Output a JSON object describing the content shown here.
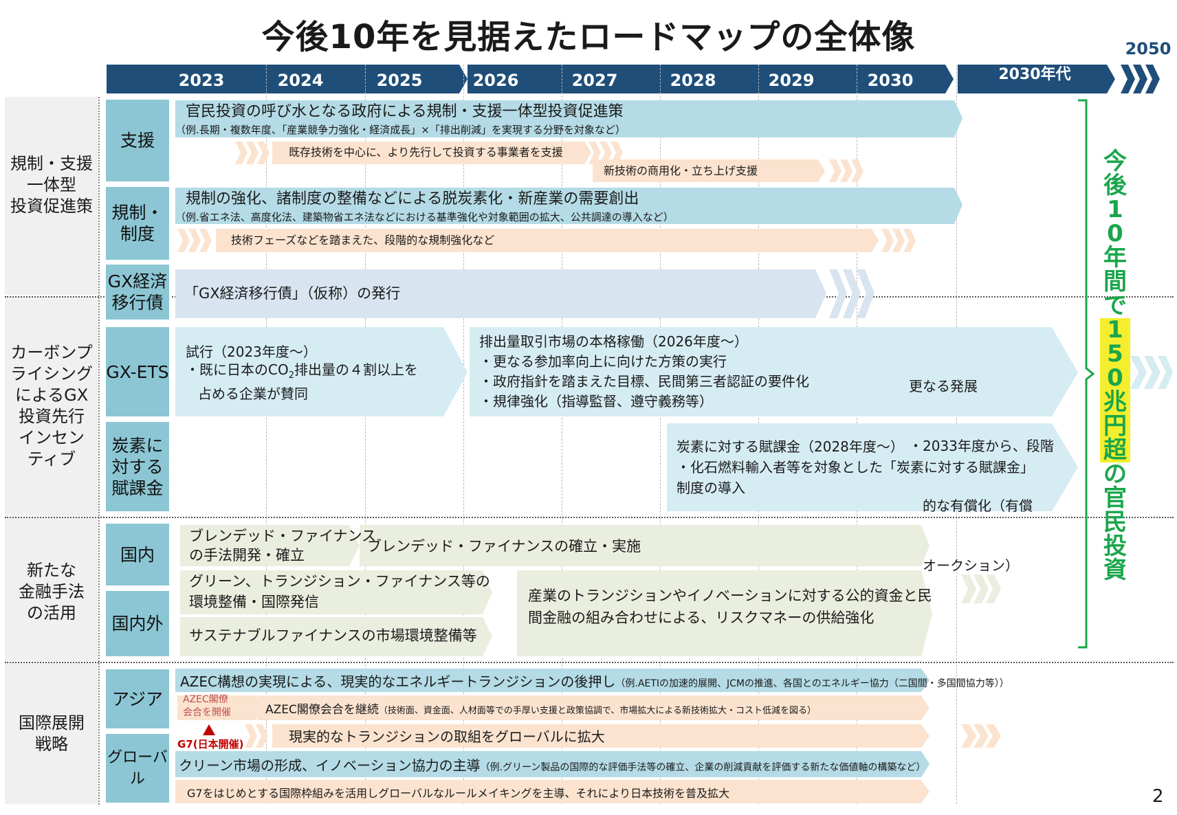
{
  "title": "今後10年を見据えたロードマップの全体像",
  "year_2050": "2050",
  "years": [
    "2023",
    "2024",
    "2025",
    "2026",
    "2027",
    "2028",
    "2029",
    "2030"
  ],
  "decade": "2030年代",
  "page_number": "2",
  "categories": {
    "regulation": [
      "規制・支援",
      "一体型",
      "投資促進策"
    ],
    "carbon": [
      "カーボンプ",
      "ライシング",
      "によるGX",
      "投資先行",
      "インセン",
      "ティブ"
    ],
    "finance": [
      "新たな",
      "金融手法",
      "の活用"
    ],
    "intl": [
      "国際展開",
      "戦略"
    ]
  },
  "subcategories": {
    "shien": "支援",
    "kisei": [
      "規制・",
      "制度"
    ],
    "gxbond": [
      "GX経済",
      "移行債"
    ],
    "gxets": "GX-ETS",
    "levy": [
      "炭素に",
      "対する",
      "賦課金"
    ],
    "domestic": "国内",
    "intl_domestic": "国内外",
    "asia": "アジア",
    "global": "グローバル"
  },
  "bars": {
    "shien_main": "官民投資の呼び水となる政府による規制・支援一体型投資促進策",
    "shien_main_sub": "（例.長期・複数年度、「産業競争力強化・経済成長」×「排出削減」を実現する分野を対象など）",
    "shien_existing": "既存技術を中心に、より先行して投資する事業者を支援",
    "shien_new": "新技術の商用化・立ち上げ支援",
    "kisei_main": "規制の強化、諸制度の整備などによる脱炭素化・新産業の需要創出",
    "kisei_main_sub": "（例.省エネ法、高度化法、建築物省エネ法などにおける基準強化や対象範囲の拡大、公共調達の導入など）",
    "kisei_phase": "技術フェーズなどを踏まえた、段階的な規制強化など",
    "gxbond": "「GX経済移行債」（仮称）の発行",
    "ets1_title": "試行（2023年度～）",
    "ets1_line1": "・既に日本のCO",
    "ets1_sub2": "2",
    "ets1_line1b": "排出量の４割以上を",
    "ets1_line2": "占める企業が賛同",
    "ets2": [
      "排出量取引市場の本格稼働（2026年度～）",
      "・更なる参加率向上に向けた方策の実行",
      "・政府指針を踏まえた目標、民間第三者認証の要件化",
      "・規律強化（指導監督、遵守義務等）"
    ],
    "ets3": [
      "更なる発展",
      "・2033年度から、段階",
      "　的な有償化（有償",
      "　オークション）"
    ],
    "levy": [
      "炭素に対する賦課金（2028年度～）",
      "・化石燃料輸入者等を対象とした「炭素に対する賦課金」",
      "制度の導入"
    ],
    "blended_dev": [
      "ブレンデッド・ファイナンス",
      "の手法開発・確立"
    ],
    "blended_impl": "ブレンデッド・ファイナンスの確立・実施",
    "green": [
      "グリーン、トランジション・ファイナンス等の",
      "環境整備・国際発信"
    ],
    "sustainable": "サステナブルファイナンスの市場環境整備等",
    "risk": [
      "産業のトランジションやイノベーションに対する公的資金と民",
      "間金融の組み合わせによる、リスクマネーの供給強化"
    ],
    "azec_main": "AZEC構想の実現による、現実的なエネルギートランジションの後押し",
    "azec_main_sub": "（例.AETIの加速的展開、JCMの推進、各国とのエネルギー協力（二国間・多国間協力等））",
    "azec_meeting": [
      "AZEC閣僚",
      "会合を開催"
    ],
    "azec_continue": "AZEC閣僚会合を継続",
    "azec_continue_sub": "（技術面、資金面、人材面等での手厚い支援と政策協調で、市場拡大による新技術拡大・コスト低減を図る）",
    "g7": "G7(日本開催)",
    "global_transition": "現実的なトランジションの取組をグローバルに拡大",
    "green_market": "クリーン市場の形成、イノベーション協力の主導",
    "green_market_sub": "（例.グリーン製品の国際的な評価手法等の確立、企業の削減貢献を評価する新たな価値軸の構築など）",
    "g7_rules": "G7をはじめとする国際枠組みを活用しグローバルなルールメイキングを主導、それにより日本技術を普及拡大"
  },
  "right_text": {
    "pre": [
      "今",
      "後",
      "1",
      "0",
      "年",
      "間",
      "で"
    ],
    "highlight": [
      "1",
      "5",
      "0",
      "兆",
      "円",
      "超"
    ],
    "post": [
      "の",
      "官",
      "民",
      "投",
      "資"
    ]
  },
  "colors": {
    "header_navy": "#1f4e79",
    "sub_blue": "#8cc6d4",
    "bar_blue": "#b4dbe6",
    "bar_light_blue": "#d6ecf3",
    "bar_gray_blue": "#d8e4ef",
    "bar_peach": "#fbe3cf",
    "bar_green_gray": "#eaeedf",
    "accent_green": "#1aa64b",
    "highlight_yellow": "#f4ee2e",
    "g7_red": "#c00000"
  }
}
